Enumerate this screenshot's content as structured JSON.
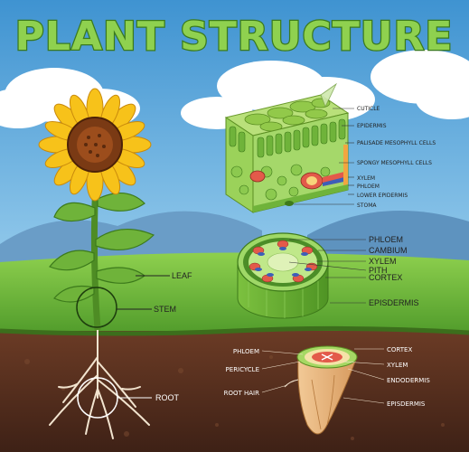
{
  "title": "PLANT STRUCTURE",
  "leaf_section": {
    "labels": [
      "CUTICLE",
      "EPIDERMIS",
      "PALISADE MESOPHYLL CELLS",
      "SPONGY MESOPHYLL CELLS",
      "XYLEM",
      "PHLOEM",
      "LOWER EPIDERMIS",
      "STOMA"
    ]
  },
  "stem_section": {
    "labels": [
      "PHLOEM",
      "CAMBIUM",
      "XYLEM",
      "PITH",
      "CORTEX",
      "EPISDERMIS"
    ]
  },
  "root_section": {
    "left_labels": [
      "PHLOEM",
      "PERICYCLE",
      "ROOT HAIR"
    ],
    "right_labels": [
      "CORTEX",
      "XYLEM",
      "ENDODERMIS",
      "EPISDERMIS"
    ]
  },
  "plant_labels": {
    "leaf": "LEAF",
    "stem": "STEM",
    "root": "ROOT"
  },
  "colors": {
    "sky": "#5aa9dc",
    "grass": "#6ab43a",
    "soil": "#5b3322",
    "petal": "#f7c21a",
    "center": "#7a3a14",
    "leaf": "#5f9e2c"
  }
}
